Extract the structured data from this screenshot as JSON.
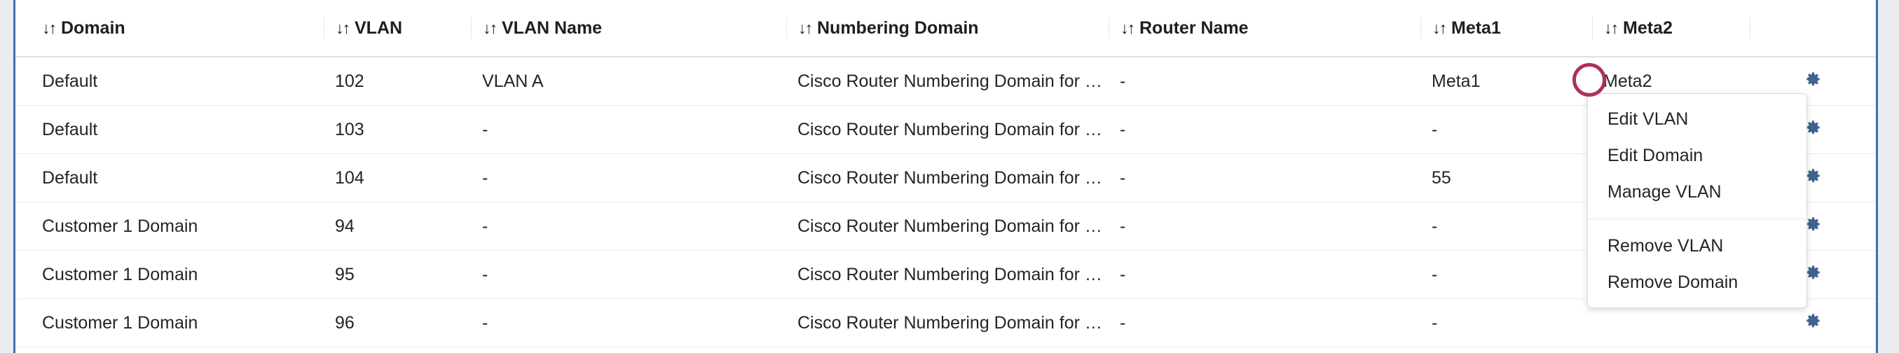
{
  "theme": {
    "rail_color": "#3d6fa8",
    "page_background": "#e9edf0",
    "panel_background": "#ffffff",
    "gear_icon_color": "#41628f",
    "annotation_circle_color": "#af3058",
    "text_color": "#212529",
    "row_divider_color": "#e8eaec"
  },
  "table": {
    "sort_icon": "↓↑",
    "columns": [
      {
        "key": "domain",
        "label": "Domain",
        "sortable": true
      },
      {
        "key": "vlan",
        "label": "VLAN",
        "sortable": true
      },
      {
        "key": "vlan_name",
        "label": "VLAN Name",
        "sortable": true
      },
      {
        "key": "numbering_domain",
        "label": "Numbering Domain",
        "sortable": true
      },
      {
        "key": "router_name",
        "label": "Router Name",
        "sortable": true
      },
      {
        "key": "meta1",
        "label": "Meta1",
        "sortable": true
      },
      {
        "key": "meta2",
        "label": "Meta2",
        "sortable": true
      },
      {
        "key": "actions",
        "label": "",
        "sortable": false
      }
    ],
    "rows": [
      {
        "domain": "Default",
        "vlan": "102",
        "vlan_name": "VLAN A",
        "numbering_domain": "Cisco Router Numbering Domain for …",
        "router_name": "-",
        "meta1": "Meta1",
        "meta2": "Meta2",
        "action_icon": "gear-icon"
      },
      {
        "domain": "Default",
        "vlan": "103",
        "vlan_name": "-",
        "numbering_domain": "Cisco Router Numbering Domain for …",
        "router_name": "-",
        "meta1": "-",
        "meta2": "",
        "action_icon": "gear-icon"
      },
      {
        "domain": "Default",
        "vlan": "104",
        "vlan_name": "-",
        "numbering_domain": "Cisco Router Numbering Domain for …",
        "router_name": "-",
        "meta1": "55",
        "meta2": "",
        "action_icon": "gear-icon"
      },
      {
        "domain": "Customer 1 Domain",
        "vlan": "94",
        "vlan_name": "-",
        "numbering_domain": "Cisco Router Numbering Domain for …",
        "router_name": "-",
        "meta1": "-",
        "meta2": "",
        "action_icon": "gear-icon"
      },
      {
        "domain": "Customer 1 Domain",
        "vlan": "95",
        "vlan_name": "-",
        "numbering_domain": "Cisco Router Numbering Domain for …",
        "router_name": "-",
        "meta1": "-",
        "meta2": "",
        "action_icon": "gear-icon"
      },
      {
        "domain": "Customer 1 Domain",
        "vlan": "96",
        "vlan_name": "-",
        "numbering_domain": "Cisco Router Numbering Domain for …",
        "router_name": "-",
        "meta1": "-",
        "meta2": "",
        "action_icon": "gear-icon"
      }
    ]
  },
  "context_menu": {
    "open": true,
    "groups": [
      {
        "items": [
          {
            "id": "edit-vlan",
            "label": "Edit VLAN"
          },
          {
            "id": "edit-domain",
            "label": "Edit Domain"
          },
          {
            "id": "manage-vlan",
            "label": "Manage VLAN"
          }
        ]
      },
      {
        "items": [
          {
            "id": "remove-vlan",
            "label": "Remove VLAN"
          },
          {
            "id": "remove-domain",
            "label": "Remove Domain"
          }
        ]
      }
    ]
  },
  "annotation": {
    "type": "circle-highlight",
    "shape": "ellipse-outline"
  }
}
